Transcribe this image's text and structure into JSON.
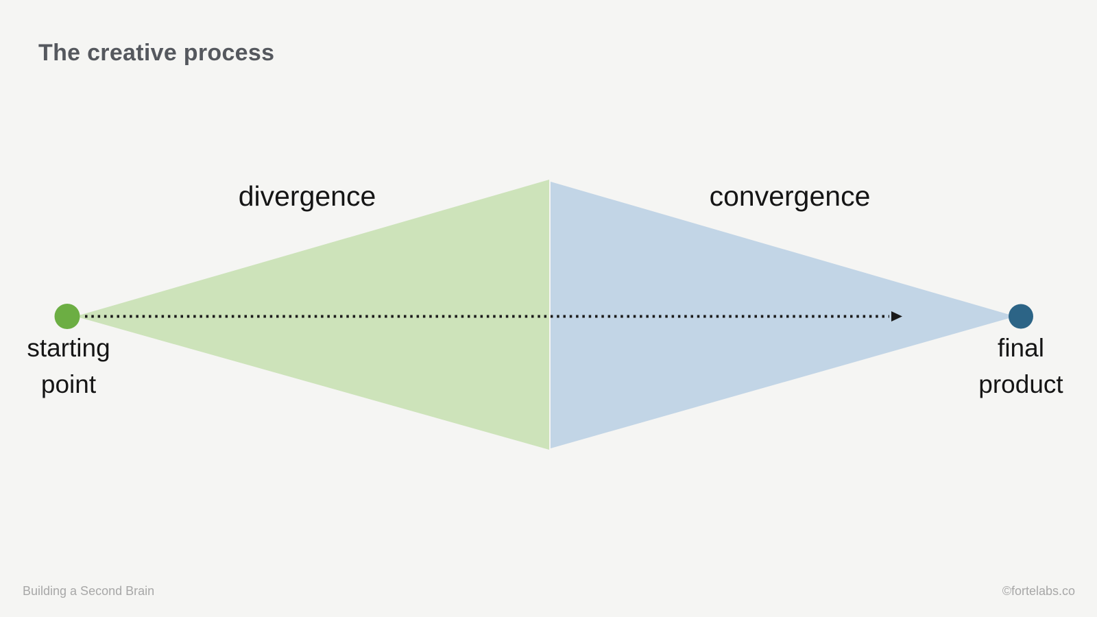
{
  "title": "The creative process",
  "diagram": {
    "divergence_label": "divergence",
    "convergence_label": "convergence",
    "start_label_line1": "starting",
    "start_label_line2": "point",
    "final_label_line1": "final",
    "final_label_line2": "product"
  },
  "colors": {
    "background": "#f5f5f3",
    "title_text": "#55585e",
    "label_text": "#151515",
    "divergence_fill": "#cde3ba",
    "convergence_fill": "#c2d5e6",
    "start_dot": "#6cae43",
    "final_dot": "#2c6486",
    "arrow": "#1a1a1a",
    "footer_text": "#a7a7a7"
  },
  "footer": {
    "left": "Building a Second Brain",
    "right": "©fortelabs.co"
  }
}
